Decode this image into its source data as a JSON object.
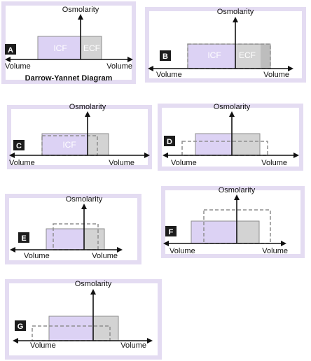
{
  "colors": {
    "panel_bg": "#ffffff",
    "panel_frame": "#e4dcf2",
    "icf": "#dcd2f4",
    "ecf": "#d3d3d3",
    "edge_solid": "#8e8e8e",
    "edge_dashed": "#8e8e8e",
    "axis": "#111111",
    "badge": "#1c1c1c"
  },
  "labels": {
    "osmolarity": "Osmolarity",
    "volume": "Volume",
    "icf": "ICF",
    "ecf": "ECF",
    "caption": "Darrow-Yannet Diagram"
  },
  "panels": [
    {
      "letter": "A",
      "icf_fraction": 0.6,
      "ecf_fraction": 0.4,
      "shows_icf_label": true,
      "shows_ecf_label": true,
      "shows_caption": true
    },
    {
      "letter": "B",
      "shows_icf_label": true,
      "shows_ecf_label": true
    },
    {
      "letter": "C",
      "shows_icf_label": true,
      "shows_ecf_label": false
    },
    {
      "letter": "D",
      "shows_icf_label": false,
      "shows_ecf_label": false
    },
    {
      "letter": "E",
      "shows_icf_label": false,
      "shows_ecf_label": false
    },
    {
      "letter": "F",
      "shows_icf_label": false,
      "shows_ecf_label": false
    },
    {
      "letter": "G",
      "shows_icf_label": false,
      "shows_ecf_label": false
    }
  ]
}
